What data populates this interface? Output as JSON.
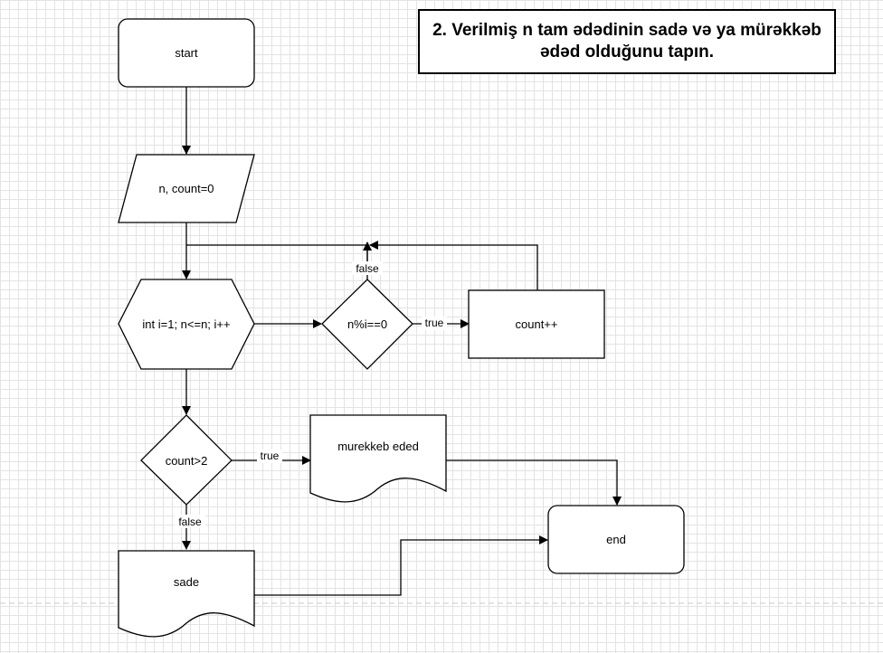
{
  "title": {
    "line1": "2. Verilmiş n tam ədədinin sadə və ya mürəkkəb",
    "line2": "ədəd olduğunu tapın."
  },
  "nodes": {
    "start": "start",
    "input": "n, count=0",
    "loop": "int i=1; n<=n; i++",
    "check_mod": "n%i==0",
    "increment": "count++",
    "check_count": "count>2",
    "composite": "murekkeb eded",
    "prime": "sade",
    "end": "end"
  },
  "edge_labels": {
    "mod_false": "false",
    "mod_true": "true",
    "count_true": "true",
    "count_false": "false"
  },
  "colors": {
    "stroke": "#000000",
    "grid": "#e3e3e3",
    "page_break": "#c8c8c8"
  }
}
